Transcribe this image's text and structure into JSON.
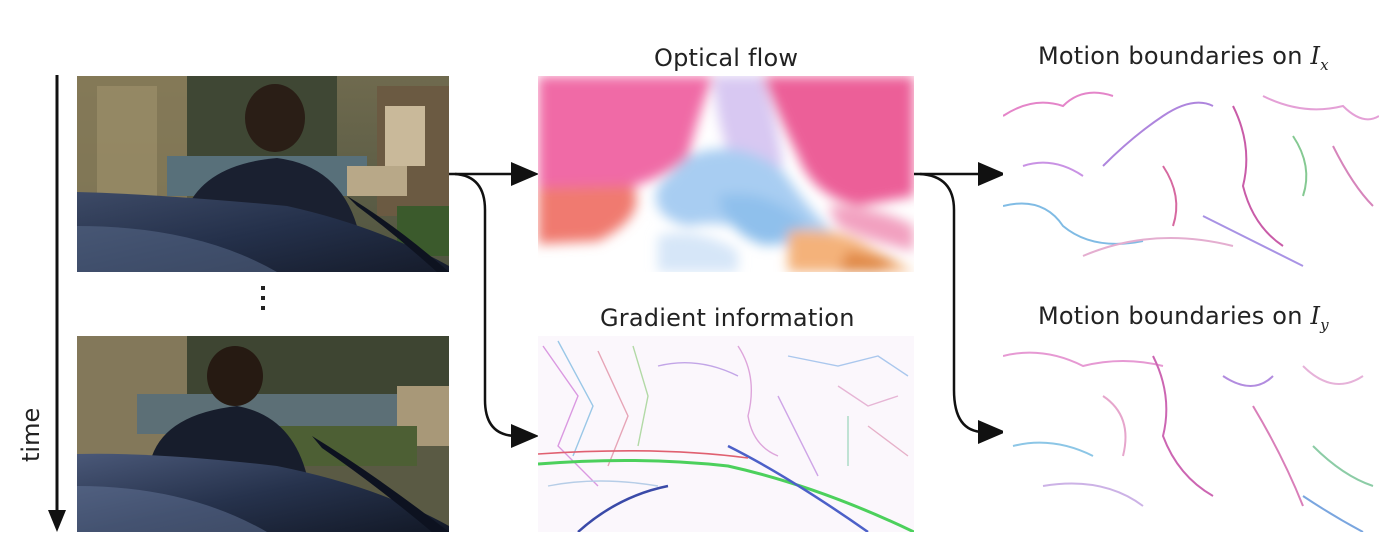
{
  "axis": {
    "time_label": "time"
  },
  "panels": {
    "optical_flow": {
      "title": "Optical flow"
    },
    "gradient": {
      "title": "Gradient information"
    },
    "mb_x": {
      "title_prefix": "Motion boundaries on ",
      "symbol": "I",
      "subscript": "x"
    },
    "mb_y": {
      "title_prefix": "Motion boundaries on ",
      "symbol": "I",
      "subscript": "y"
    }
  },
  "frames": {
    "top": "video-frame-1",
    "bottom": "video-frame-n"
  }
}
